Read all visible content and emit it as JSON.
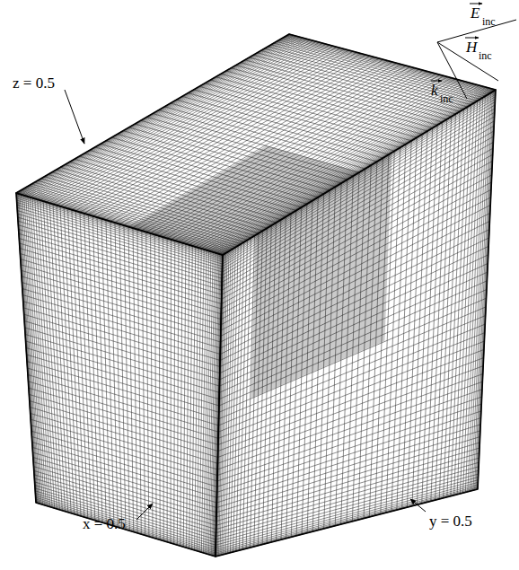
{
  "diagram": {
    "labels": [
      "z = 0.5",
      "E",
      "inc",
      "H",
      "inc",
      "k",
      "inc",
      "y = 0.5",
      "x = 0.5"
    ]
  }
}
